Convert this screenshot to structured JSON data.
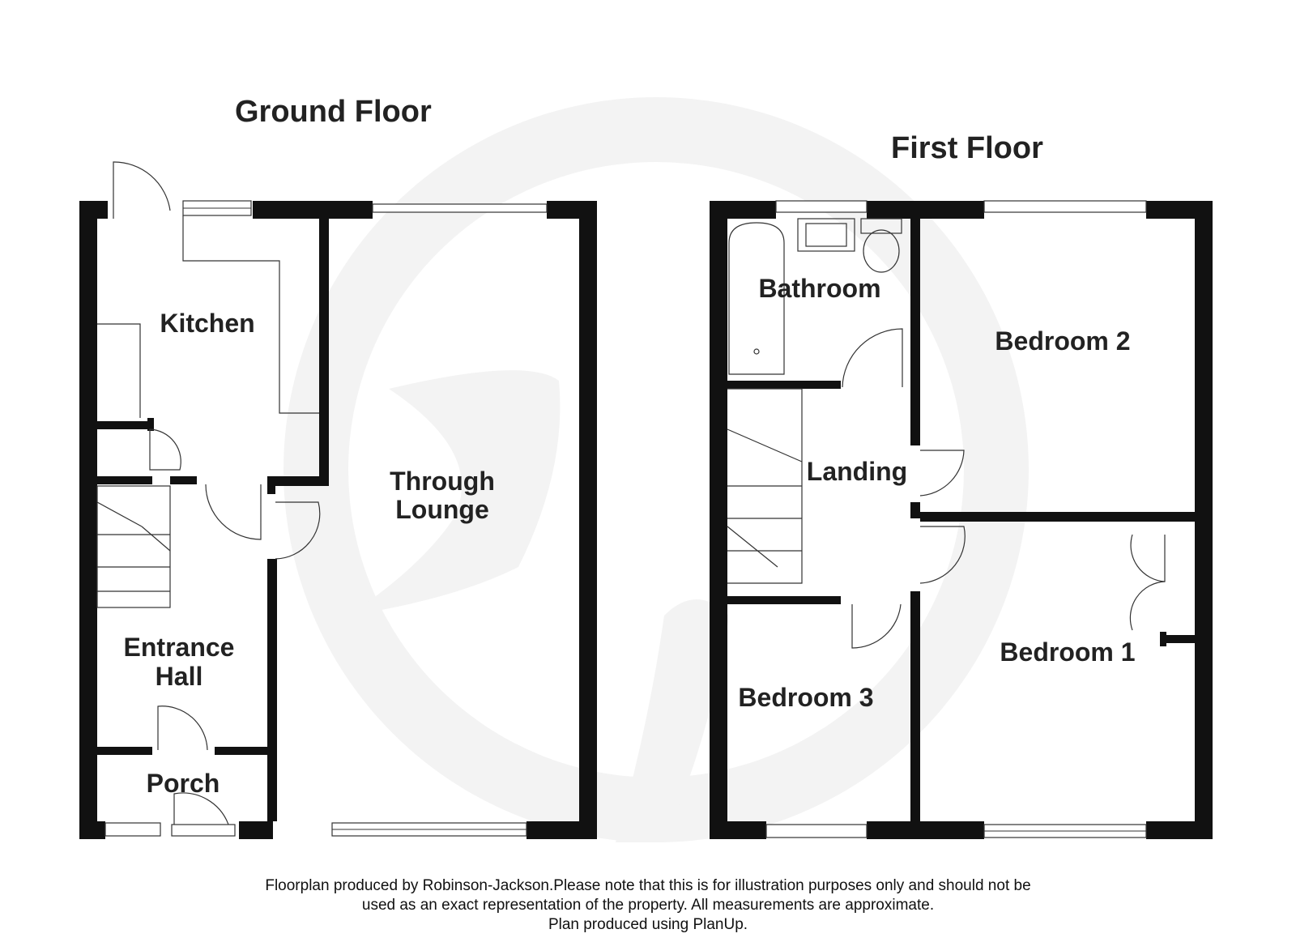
{
  "floors": {
    "ground": {
      "title": "Ground Floor",
      "rooms": {
        "kitchen": "Kitchen",
        "lounge_line1": "Through",
        "lounge_line2": "Lounge",
        "hall_line1": "Entrance",
        "hall_line2": "Hall",
        "porch": "Porch"
      }
    },
    "first": {
      "title": "First Floor",
      "rooms": {
        "bathroom": "Bathroom",
        "bedroom2": "Bedroom 2",
        "landing": "Landing",
        "bedroom1": "Bedroom 1",
        "bedroom3": "Bedroom 3"
      }
    }
  },
  "footer": {
    "line1": "Floorplan produced by Robinson-Jackson.Please note that this is for illustration purposes only and should not be",
    "line2": "used as an exact representation of the property. All measurements are approximate.",
    "line3": "Plan produced using PlanUp."
  },
  "colors": {
    "wall": "#111111",
    "watermark": "#f2f2f2"
  },
  "icons": [
    "watermark-logo",
    "bath-icon",
    "sink-icon",
    "toilet-icon",
    "staircase-icon"
  ]
}
